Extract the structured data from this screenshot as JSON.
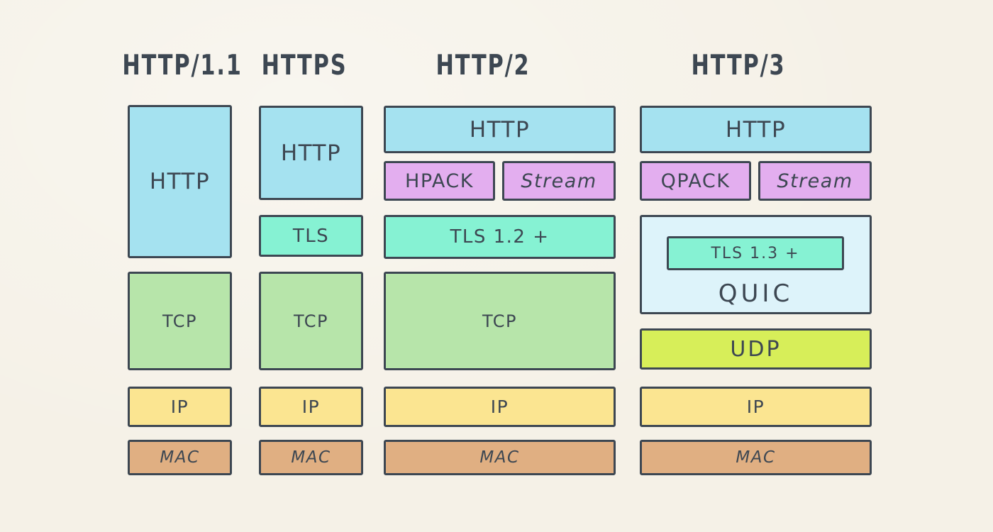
{
  "diagram": {
    "type": "protocol-stack-comparison",
    "columns": {
      "http11": {
        "title": "HTTP/1.1",
        "layers": {
          "http": "HTTP",
          "tcp": "TCP",
          "ip": "IP",
          "mac": "MAC"
        }
      },
      "https": {
        "title": "HTTPS",
        "layers": {
          "http": "HTTP",
          "tls": "TLS",
          "tcp": "TCP",
          "ip": "IP",
          "mac": "MAC"
        }
      },
      "http2": {
        "title": "HTTP/2",
        "layers": {
          "http": "HTTP",
          "hpack": "HPACK",
          "stream": "Stream",
          "tls": "TLS 1.2 +",
          "tcp": "TCP",
          "ip": "IP",
          "mac": "MAC"
        }
      },
      "http3": {
        "title": "HTTP/3",
        "layers": {
          "http": "HTTP",
          "qpack": "QPACK",
          "stream": "Stream",
          "tls": "TLS 1.3 +",
          "quic": "QUIC",
          "udp": "UDP",
          "ip": "IP",
          "mac": "MAC"
        }
      }
    },
    "palette": {
      "background": "#f5f1e7",
      "border": "#3d4752",
      "text": "#3d4752",
      "http_blue": "#a5e2f0",
      "tls_mint": "#86f2d3",
      "tcp_green": "#b7e5aa",
      "pack_purple": "#e3aeef",
      "quic_pale_blue": "#ddf3fa",
      "udp_lime": "#d7ee59",
      "ip_yellow": "#fbe591",
      "mac_tan": "#e0af82"
    }
  }
}
